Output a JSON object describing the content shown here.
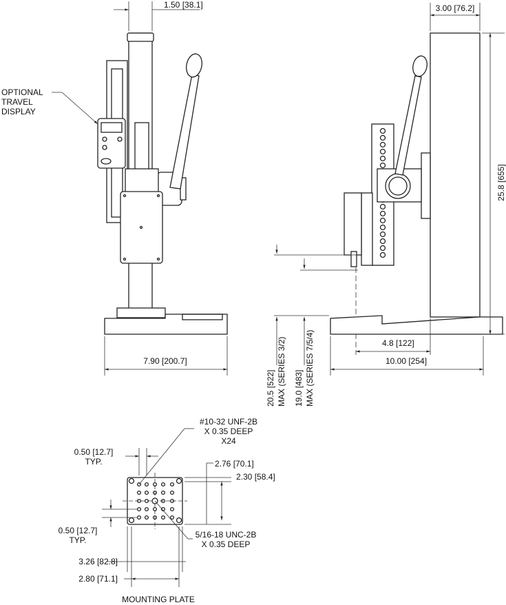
{
  "left_view": {
    "width_top": "1.50 [38.1]",
    "callout": [
      "OPTIONAL",
      "TRAVEL",
      "DISPLAY"
    ],
    "base_width": "7.90 [200.7]"
  },
  "right_view": {
    "column_width": "3.00 [76.2]",
    "height": "25.8 [655]",
    "probe_offset": "4.8 [122]",
    "base_length": "10.00 [254]",
    "max_a": [
      "20.5 [522]",
      "MAX (SERIES 3/2)"
    ],
    "max_b": [
      "19.0 [483]",
      "MAX (SERIES 7/5/4)"
    ]
  },
  "mounting_plate": {
    "title": "MOUNTING PLATE",
    "thread_small": [
      "#10-32 UNF-2B",
      "X 0.35 DEEP",
      "X24"
    ],
    "thread_large": [
      "5/16-18 UNC-2B",
      "X 0.35 DEEP"
    ],
    "pitch_x": [
      "0.50 [12.7]",
      "TYP."
    ],
    "pitch_y": [
      "0.50 [12.7]",
      "TYP."
    ],
    "height_outer": "2.76 [70.1]",
    "height_inner": "2.30 [58.4]",
    "width_outer": "3.26 [82.8]",
    "width_inner": "2.80 [71.1]"
  }
}
